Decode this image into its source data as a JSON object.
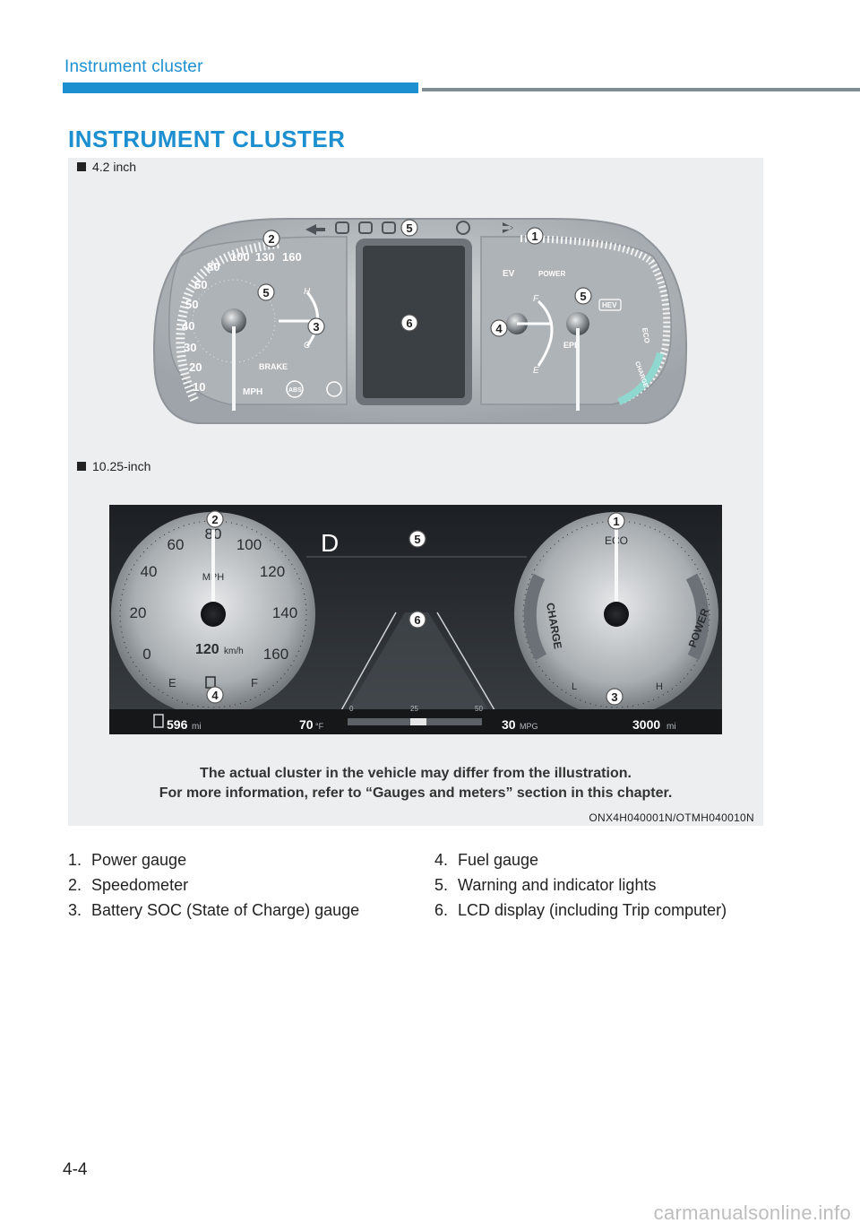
{
  "header": {
    "title": "Instrument cluster"
  },
  "section": {
    "title": "INSTRUMENT CLUSTER"
  },
  "figure": {
    "label_small": "4.2 inch",
    "label_large": "10.25-inch",
    "caption_line1": "The actual cluster in the vehicle may differ from the illustration.",
    "caption_line2": "For more information, refer to “Gauges and meters” section in this chapter.",
    "code": "ONX4H040001N/OTMH040010N",
    "small_cluster": {
      "speed_ticks": [
        "10",
        "20",
        "30",
        "40",
        "50",
        "60",
        "80",
        "100",
        "130",
        "160"
      ],
      "unit": "MPH",
      "brake_label": "BRAKE",
      "abs_label": "ABS",
      "hev_label": "HEV",
      "epb_label": "EPB",
      "ev_label": "EV",
      "power_label": "POWER",
      "eco_label": "ECO",
      "charge_label": "CHARGE",
      "temp_h": "H",
      "temp_c": "C",
      "fuel_f": "F",
      "fuel_e": "E",
      "callouts": [
        "1",
        "2",
        "3",
        "4",
        "5",
        "5",
        "5",
        "6"
      ]
    },
    "large_cluster": {
      "speed_ticks": [
        "0",
        "20",
        "40",
        "60",
        "80",
        "100",
        "120",
        "140",
        "160"
      ],
      "unit_mph": "MPH",
      "speed_kmh": "120",
      "unit_kmh": "km/h",
      "gear": "D",
      "fuel_e": "E",
      "fuel_f": "F",
      "range_value": "596",
      "range_unit": "mi",
      "temp_value": "70",
      "temp_unit": "°F",
      "bar_ticks": [
        "0",
        "25",
        "50"
      ],
      "mpg_value": "30",
      "mpg_unit": "MPG",
      "odo_value": "3000",
      "odo_unit": "mi",
      "power_eco": "ECO",
      "power_charge": "CHARGE",
      "power_power": "POWER",
      "soc_l": "L",
      "soc_h": "H",
      "callouts": [
        "1",
        "2",
        "3",
        "4",
        "5",
        "6"
      ]
    }
  },
  "legend": {
    "left": [
      {
        "num": "1.",
        "text": "Power gauge"
      },
      {
        "num": "2.",
        "text": "Speedometer"
      },
      {
        "num": "3.",
        "text": "Battery SOC (State of Charge) gauge"
      }
    ],
    "right": [
      {
        "num": "4.",
        "text": "Fuel gauge"
      },
      {
        "num": "5.",
        "text": "Warning and indicator lights"
      },
      {
        "num": "6.",
        "text": "LCD display (including Trip computer)"
      }
    ]
  },
  "page_number": "4-4",
  "watermark": "carmanualsonline.info",
  "colors": {
    "accent": "#1c8fd0",
    "rule_gray": "#7f8c94",
    "figure_bg": "#eceeef",
    "charge_teal": "#8fd8cf"
  }
}
